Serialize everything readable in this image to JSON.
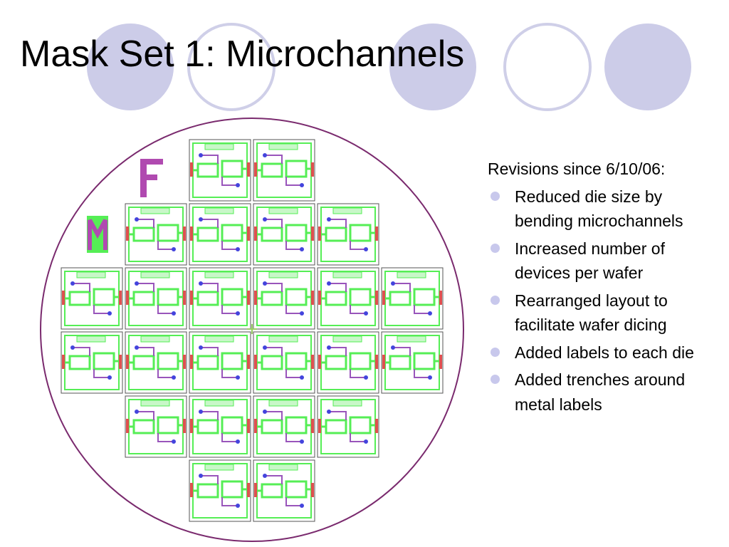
{
  "slide": {
    "title": "Mask Set 1: Microchannels",
    "intro": "Revisions since 6/10/06:",
    "bullets": [
      "Reduced die size by bending microchannels",
      "Increased number of devices per wafer",
      "Rearranged layout to facilitate wafer dicing",
      "Added labels to each die",
      "Added trenches around metal labels"
    ]
  },
  "wafer": {
    "markers": [
      "F",
      "M"
    ],
    "die_rows": [
      2,
      4,
      6,
      6,
      4,
      2
    ]
  },
  "colors": {
    "deco_circle_fill": "#cccce8",
    "deco_circle_ring": "#cfcfe8",
    "wafer_outline": "#7a2a6e",
    "channel_green": "#55ee55",
    "trace_purple": "#9955bb",
    "pad_blue": "#4444dd",
    "pad_red": "#e05050",
    "marker_magenta": "#b04ab0",
    "bullet": "#c8c8ec"
  }
}
